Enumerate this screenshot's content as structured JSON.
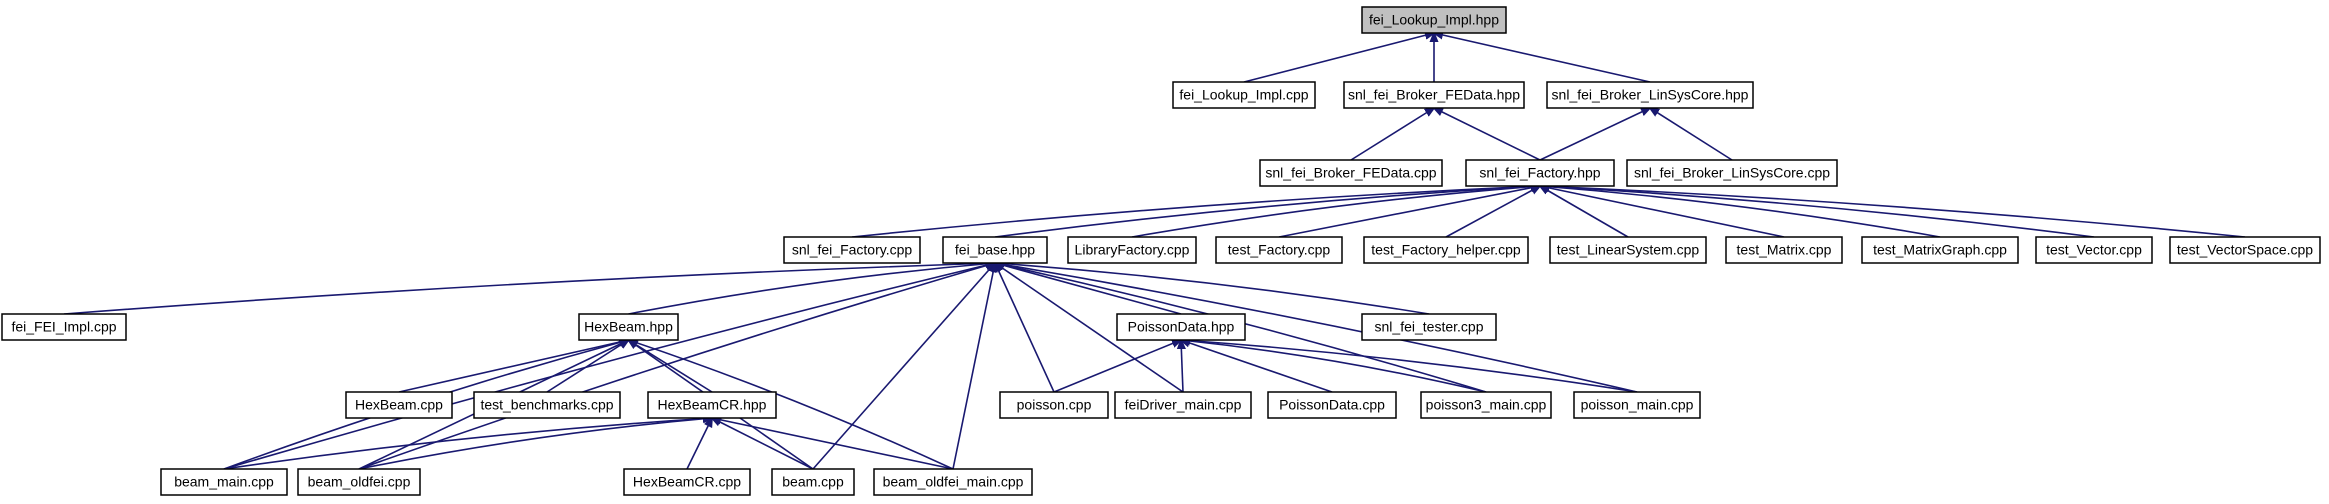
{
  "diagram": {
    "type": "include-dependency-graph",
    "colors": {
      "edge": "#191970",
      "node_border": "#000000",
      "root_fill": "#c0c0c0",
      "node_fill": "#ffffff"
    },
    "nodes": [
      {
        "id": "root",
        "label": "fei_Lookup_Impl.hpp",
        "highlight": true
      },
      {
        "id": "lookup_cpp",
        "label": "fei_Lookup_Impl.cpp"
      },
      {
        "id": "fedata_hpp",
        "label": "snl_fei_Broker_FEData.hpp"
      },
      {
        "id": "linsys_hpp",
        "label": "snl_fei_Broker_LinSysCore.hpp"
      },
      {
        "id": "fedata_cpp",
        "label": "snl_fei_Broker_FEData.cpp"
      },
      {
        "id": "factory_hpp",
        "label": "snl_fei_Factory.hpp"
      },
      {
        "id": "linsys_cpp",
        "label": "snl_fei_Broker_LinSysCore.cpp"
      },
      {
        "id": "factory_cpp",
        "label": "snl_fei_Factory.cpp"
      },
      {
        "id": "fei_base",
        "label": "fei_base.hpp"
      },
      {
        "id": "libfactory",
        "label": "LibraryFactory.cpp"
      },
      {
        "id": "test_factory",
        "label": "test_Factory.cpp"
      },
      {
        "id": "test_factory_helper",
        "label": "test_Factory_helper.cpp"
      },
      {
        "id": "test_linsys",
        "label": "test_LinearSystem.cpp"
      },
      {
        "id": "test_matrix",
        "label": "test_Matrix.cpp"
      },
      {
        "id": "test_matrixgraph",
        "label": "test_MatrixGraph.cpp"
      },
      {
        "id": "test_vector",
        "label": "test_Vector.cpp"
      },
      {
        "id": "test_vectorspace",
        "label": "test_VectorSpace.cpp"
      },
      {
        "id": "fei_impl",
        "label": "fei_FEI_Impl.cpp"
      },
      {
        "id": "hexbeam_hpp",
        "label": "HexBeam.hpp"
      },
      {
        "id": "poissondata_hpp",
        "label": "PoissonData.hpp"
      },
      {
        "id": "tester",
        "label": "snl_fei_tester.cpp"
      },
      {
        "id": "hexbeam_cpp",
        "label": "HexBeam.cpp"
      },
      {
        "id": "test_bench",
        "label": "test_benchmarks.cpp"
      },
      {
        "id": "hexbeamcr_hpp",
        "label": "HexBeamCR.hpp"
      },
      {
        "id": "poisson_cpp",
        "label": "poisson.cpp"
      },
      {
        "id": "feidriver",
        "label": "feiDriver_main.cpp"
      },
      {
        "id": "poissondata_cpp",
        "label": "PoissonData.cpp"
      },
      {
        "id": "poisson3",
        "label": "poisson3_main.cpp"
      },
      {
        "id": "poisson_main",
        "label": "poisson_main.cpp"
      },
      {
        "id": "beam_main",
        "label": "beam_main.cpp"
      },
      {
        "id": "beam_oldfei",
        "label": "beam_oldfei.cpp"
      },
      {
        "id": "hexbeamcr_cpp",
        "label": "HexBeamCR.cpp"
      },
      {
        "id": "beam_cpp",
        "label": "beam.cpp"
      },
      {
        "id": "beam_oldfei_main",
        "label": "beam_oldfei_main.cpp"
      }
    ],
    "edges": [
      [
        "lookup_cpp",
        "root"
      ],
      [
        "fedata_hpp",
        "root"
      ],
      [
        "linsys_hpp",
        "root"
      ],
      [
        "fedata_cpp",
        "fedata_hpp"
      ],
      [
        "factory_hpp",
        "fedata_hpp"
      ],
      [
        "factory_hpp",
        "linsys_hpp"
      ],
      [
        "linsys_cpp",
        "linsys_hpp"
      ],
      [
        "factory_cpp",
        "factory_hpp"
      ],
      [
        "fei_base",
        "factory_hpp"
      ],
      [
        "libfactory",
        "factory_hpp"
      ],
      [
        "test_factory",
        "factory_hpp"
      ],
      [
        "test_factory_helper",
        "factory_hpp"
      ],
      [
        "test_linsys",
        "factory_hpp"
      ],
      [
        "test_matrix",
        "factory_hpp"
      ],
      [
        "test_matrixgraph",
        "factory_hpp"
      ],
      [
        "test_vector",
        "factory_hpp"
      ],
      [
        "test_vectorspace",
        "factory_hpp"
      ],
      [
        "fei_impl",
        "fei_base"
      ],
      [
        "hexbeam_hpp",
        "fei_base"
      ],
      [
        "poissondata_hpp",
        "fei_base"
      ],
      [
        "tester",
        "fei_base"
      ],
      [
        "beam_main",
        "fei_base"
      ],
      [
        "beam_oldfei",
        "fei_base"
      ],
      [
        "poisson_cpp",
        "fei_base"
      ],
      [
        "feidriver",
        "fei_base"
      ],
      [
        "poisson3",
        "fei_base"
      ],
      [
        "poisson_main",
        "fei_base"
      ],
      [
        "beam_cpp",
        "fei_base"
      ],
      [
        "beam_oldfei_main",
        "fei_base"
      ],
      [
        "hexbeam_cpp",
        "hexbeam_hpp"
      ],
      [
        "test_bench",
        "hexbeam_hpp"
      ],
      [
        "hexbeamcr_hpp",
        "hexbeam_hpp"
      ],
      [
        "beam_main",
        "hexbeam_hpp"
      ],
      [
        "beam_oldfei",
        "hexbeam_hpp"
      ],
      [
        "beam_cpp",
        "hexbeam_hpp"
      ],
      [
        "beam_oldfei_main",
        "hexbeam_hpp"
      ],
      [
        "beam_main",
        "hexbeamcr_hpp"
      ],
      [
        "beam_oldfei",
        "hexbeamcr_hpp"
      ],
      [
        "hexbeamcr_cpp",
        "hexbeamcr_hpp"
      ],
      [
        "beam_cpp",
        "hexbeamcr_hpp"
      ],
      [
        "beam_oldfei_main",
        "hexbeamcr_hpp"
      ],
      [
        "poisson_cpp",
        "poissondata_hpp"
      ],
      [
        "feidriver",
        "poissondata_hpp"
      ],
      [
        "poissondata_cpp",
        "poissondata_hpp"
      ],
      [
        "poisson3",
        "poissondata_hpp"
      ],
      [
        "poisson_main",
        "poissondata_hpp"
      ]
    ]
  }
}
